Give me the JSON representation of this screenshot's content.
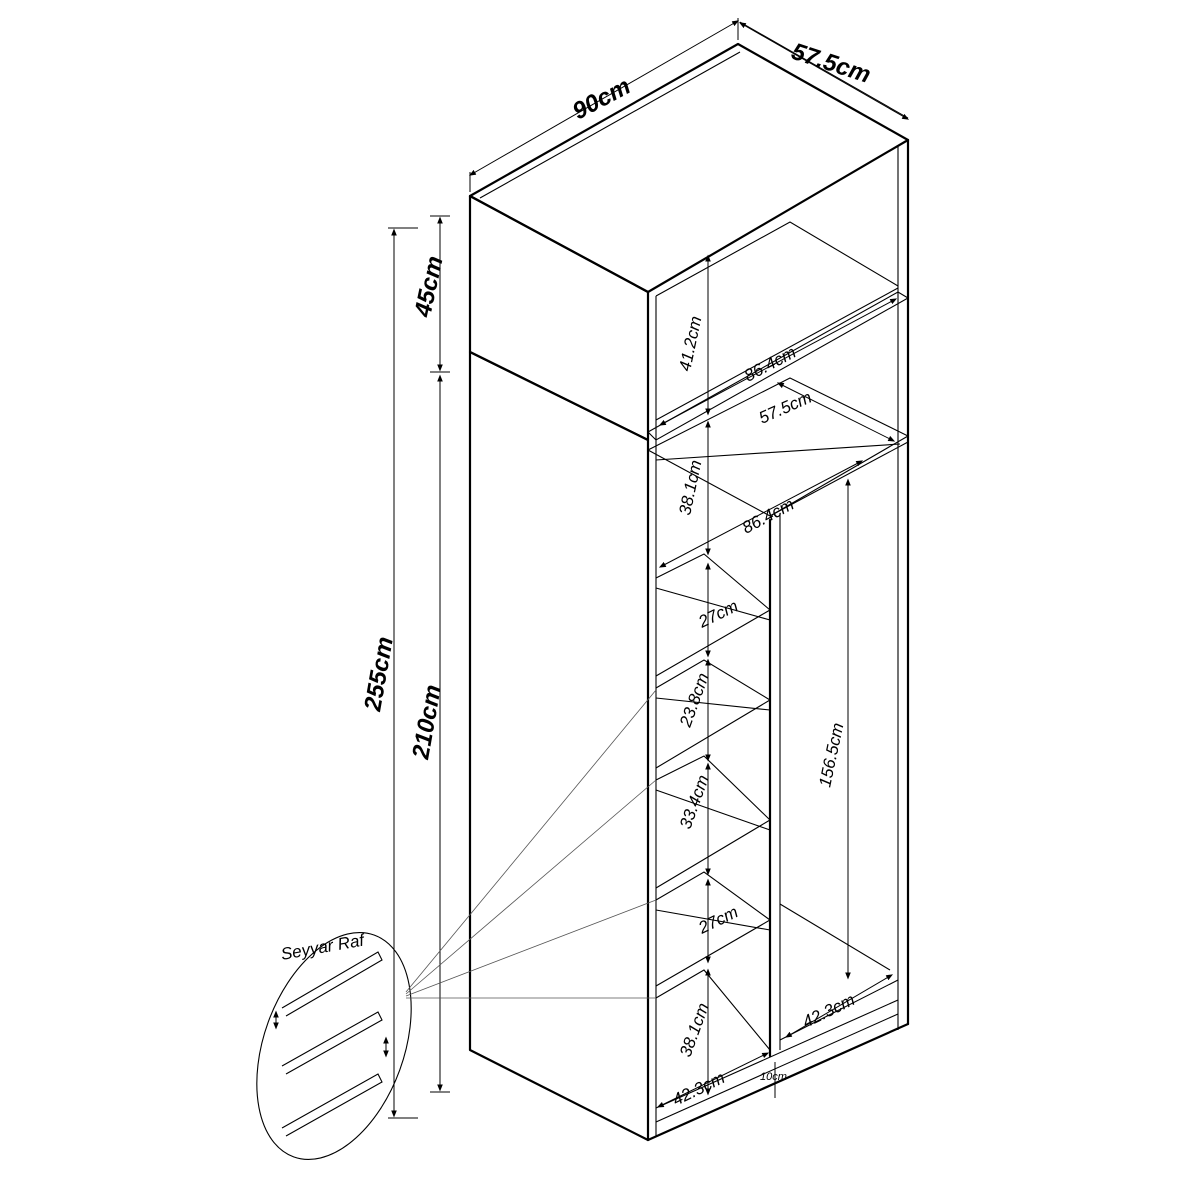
{
  "diagram": {
    "subject": "wardrobe-dimension-drawing",
    "overall": {
      "width": "90cm",
      "depth": "57.5cm",
      "total_height": "255cm",
      "top_module_height": "45cm",
      "body_height": "210cm"
    },
    "interior": {
      "top_compartment_height": "41.2cm",
      "top_shelf_width": "86.4cm",
      "shelf_depth": "57.5cm",
      "upper_compartment_height": "38.1cm",
      "upper_shelf_width": "86.4cm",
      "hanging_height": "156.5cm",
      "hanging_width": "42.3cm",
      "shelf_heights": [
        "27cm",
        "23.8cm",
        "33.4cm",
        "27cm",
        "38.1cm"
      ],
      "bottom_left_width": "42.3cm",
      "divider_thickness": "10cm"
    },
    "callout": {
      "label": "Seyyar Raf"
    }
  }
}
